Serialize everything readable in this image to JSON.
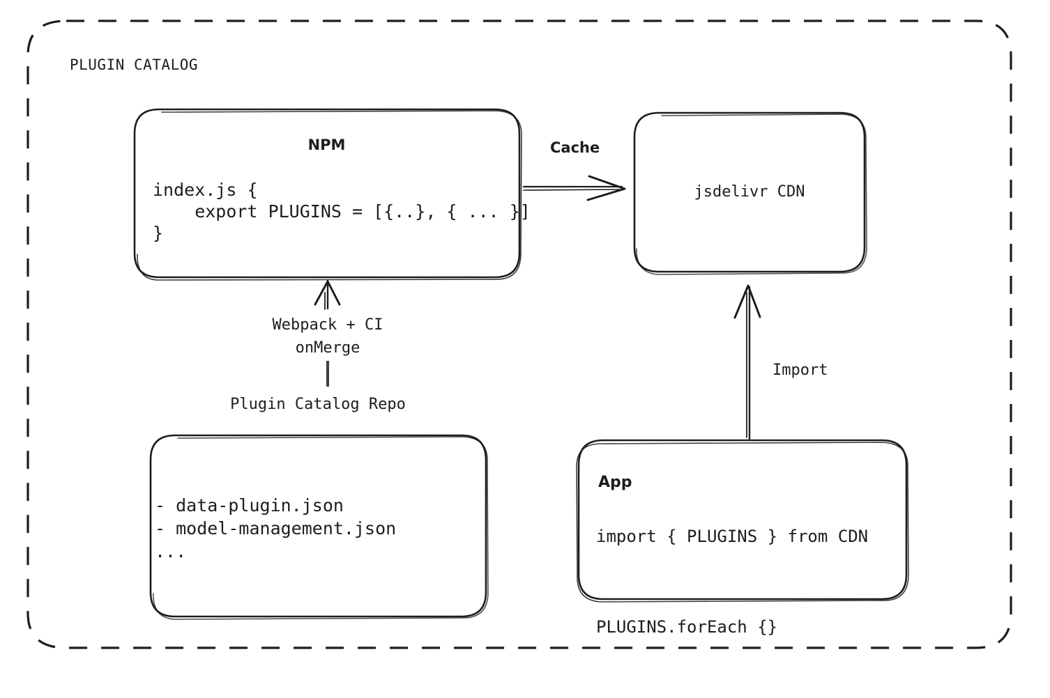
{
  "diagram": {
    "type": "architecture-flow",
    "group": {
      "title": "PLUGIN CATALOG",
      "border_style": "dashed",
      "color": "#1d1d1d"
    },
    "nodes": {
      "npm": {
        "title": "NPM",
        "code": "index.js {\n    export PLUGINS = [{..}, { ... }]\n}"
      },
      "cdn": {
        "label": "jsdelivr CDN"
      },
      "repo": {
        "caption": "Plugin Catalog Repo",
        "items": "- data-plugin.json\n- model-management.json\n..."
      },
      "app": {
        "title": "App",
        "code": "import { PLUGINS } from CDN\n\nPLUGINS.forEach {}"
      }
    },
    "edges": {
      "npm_to_cdn": {
        "label": "Cache",
        "direction": "right"
      },
      "repo_to_npm": {
        "label": "Webpack + CI\nonMerge",
        "direction": "up"
      },
      "app_to_cdn": {
        "label": "Import",
        "direction": "up"
      }
    }
  }
}
